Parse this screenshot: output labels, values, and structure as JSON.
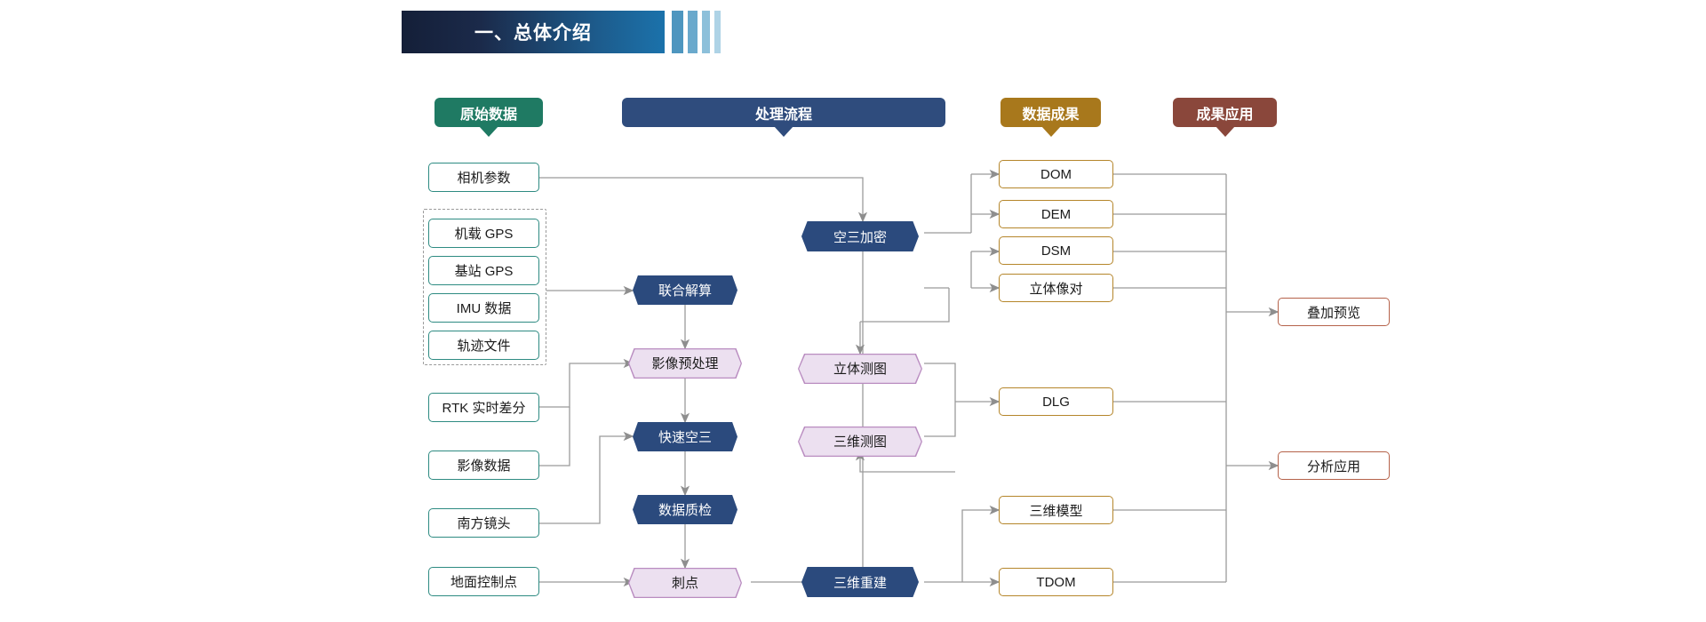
{
  "header": {
    "title": "一、总体介绍",
    "accent_dark": "#141f38",
    "accent_blue": "#1b72ab",
    "bars": [
      "#4e96bf",
      "#6aa9cc",
      "#8dc0da",
      "#aed3e6"
    ]
  },
  "categories": [
    {
      "label": "原始数据",
      "color": "#1f7a63"
    },
    {
      "label": "处理流程",
      "color": "#2f4c7d"
    },
    {
      "label": "数据成果",
      "color": "#a8781c"
    },
    {
      "label": "成果应用",
      "color": "#8a473b"
    }
  ],
  "raw_data": {
    "camera": {
      "label": "相机参数"
    },
    "group_items": [
      {
        "label": "机载 GPS"
      },
      {
        "label": "基站 GPS"
      },
      {
        "label": "IMU 数据"
      },
      {
        "label": "轨迹文件"
      }
    ],
    "others": [
      {
        "label": "RTK 实时差分"
      },
      {
        "label": "影像数据"
      },
      {
        "label": "南方镜头"
      },
      {
        "label": "地面控制点"
      }
    ]
  },
  "process": {
    "column_a": [
      {
        "label": "联合解算",
        "style": "dark"
      },
      {
        "label": "影像预处理",
        "style": "light"
      },
      {
        "label": "快速空三",
        "style": "dark"
      },
      {
        "label": "数据质检",
        "style": "dark"
      },
      {
        "label": "刺点",
        "style": "light"
      }
    ],
    "column_b": [
      {
        "label": "空三加密",
        "style": "dark"
      },
      {
        "label": "立体测图",
        "style": "light"
      },
      {
        "label": "三维测图",
        "style": "light"
      },
      {
        "label": "三维重建",
        "style": "dark"
      }
    ]
  },
  "results": [
    {
      "label": "DOM"
    },
    {
      "label": "DEM"
    },
    {
      "label": "DSM"
    },
    {
      "label": "立体像对"
    },
    {
      "label": "DLG"
    },
    {
      "label": "三维模型"
    },
    {
      "label": "TDOM"
    }
  ],
  "applications": [
    {
      "label": "叠加预览"
    },
    {
      "label": "分析应用"
    }
  ],
  "colors": {
    "process_dark": "#2b4a7d",
    "process_light_fill": "#ece0f0",
    "process_light_border": "#b98cc0",
    "input_border": "#2e8b82",
    "result_border": "#b5862b",
    "app_border": "#b5624a",
    "wire": "#9b9b9b"
  }
}
